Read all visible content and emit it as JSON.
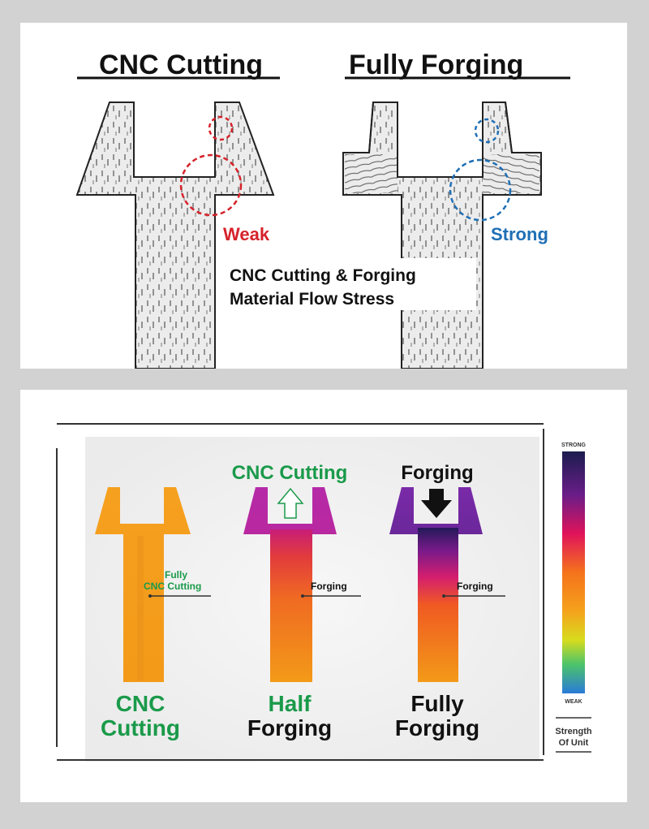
{
  "top_panel": {
    "heading_left": "CNC Cutting",
    "heading_right": "Fully Forging",
    "label_weak": "Weak",
    "label_strong": "Strong",
    "caption_line1": "CNC Cutting & Forging",
    "caption_line2": "Material Flow Stress"
  },
  "bottom_panel": {
    "part1": {
      "pointer_line1": "Fully",
      "pointer_line2": "CNC Cutting",
      "label_line1": "CNC",
      "label_line2": "Cutting"
    },
    "part2": {
      "top_label": "CNC Cutting",
      "pointer": "Forging",
      "label_line1": "Half",
      "label_line2": "Forging"
    },
    "part3": {
      "top_label": "Forging",
      "pointer": "Forging",
      "label_line1": "Fully",
      "label_line2": "Forging"
    },
    "scale": {
      "top": "STRONG",
      "bottom": "WEAK",
      "caption_line1": "Strength",
      "caption_line2": "Of Unit"
    }
  },
  "colors": {
    "weak_red": "#d6222a",
    "strong_blue": "#1f6fb5",
    "cnc_green": "#1a9a4a",
    "cnc_orange": "#f5a21c"
  }
}
